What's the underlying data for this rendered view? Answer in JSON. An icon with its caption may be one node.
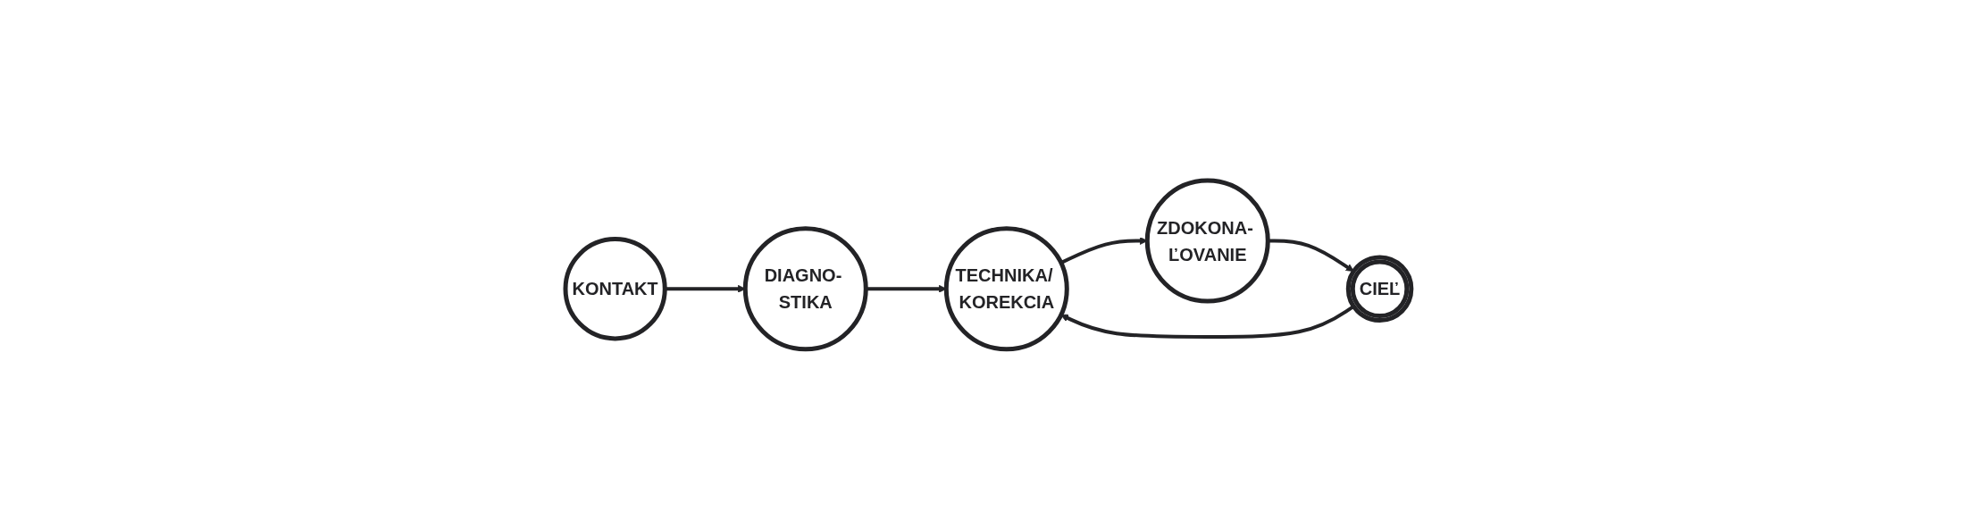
{
  "diagram": {
    "nodes": [
      {
        "text": [
          "KONTAKT"
        ]
      },
      {
        "text": [
          "DIAGNO- STIKA"
        ]
      },
      {
        "text": [
          "TECHNIKA/ KOREKCIA"
        ]
      },
      {
        "text": [
          "ZDOKONA- ĽOVANIE"
        ]
      },
      {
        "text": [
          "CIEĽ"
        ]
      }
    ],
    "edges": [
      {
        "from": 0,
        "to": 1,
        "arrow": "to"
      },
      {
        "from": 1,
        "to": 2,
        "arrow": "to"
      },
      {
        "from": 2,
        "to": 3,
        "arrow": "to"
      },
      {
        "from": 3,
        "to": 4,
        "arrow": "to"
      },
      {
        "from": 4,
        "to": 2,
        "arrow": "to"
      }
    ]
  }
}
